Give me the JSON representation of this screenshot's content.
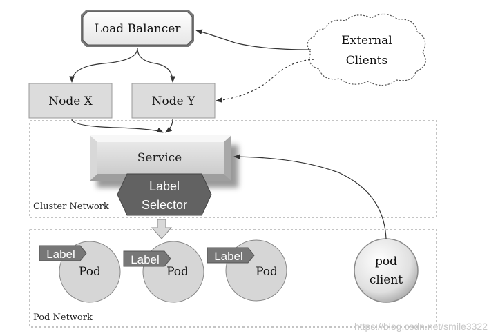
{
  "load_balancer": {
    "label": "Load Balancer"
  },
  "external_clients": {
    "line1": "External",
    "line2": "Clients"
  },
  "nodes": [
    {
      "label": "Node X"
    },
    {
      "label": "Node Y"
    }
  ],
  "service": {
    "label": "Service"
  },
  "label_selector": {
    "line1": "Label",
    "line2": "Selector"
  },
  "cluster_network": {
    "label": "Cluster Network"
  },
  "pod_network": {
    "label": "Pod Network"
  },
  "pods": [
    {
      "tag": "Label",
      "label": "Pod"
    },
    {
      "tag": "Label",
      "label": "Pod"
    },
    {
      "tag": "Label",
      "label": "Pod"
    }
  ],
  "pod_client": {
    "line1": "pod",
    "line2": "client"
  },
  "watermark": "https://blog.csdn.net/smile3322"
}
